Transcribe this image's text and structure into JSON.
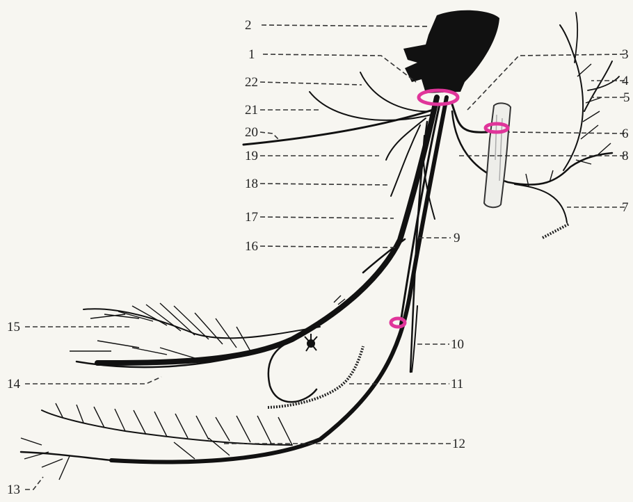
{
  "colors": {
    "nerve": "#111111",
    "ring": "#e0359a",
    "paper": "#f7f6f1",
    "vessel": "#eeeeea"
  },
  "labels": [
    {
      "id": "1",
      "text": "1"
    },
    {
      "id": "2",
      "text": "2"
    },
    {
      "id": "3",
      "text": "3"
    },
    {
      "id": "4",
      "text": "4"
    },
    {
      "id": "5",
      "text": "5"
    },
    {
      "id": "6",
      "text": "6"
    },
    {
      "id": "7",
      "text": "7"
    },
    {
      "id": "8",
      "text": "8"
    },
    {
      "id": "9",
      "text": "9"
    },
    {
      "id": "10",
      "text": "10"
    },
    {
      "id": "11",
      "text": "11"
    },
    {
      "id": "12",
      "text": "12"
    },
    {
      "id": "13",
      "text": "13"
    },
    {
      "id": "14",
      "text": "14"
    },
    {
      "id": "15",
      "text": "15"
    },
    {
      "id": "16",
      "text": "16"
    },
    {
      "id": "17",
      "text": "17"
    },
    {
      "id": "18",
      "text": "18"
    },
    {
      "id": "19",
      "text": "19"
    },
    {
      "id": "20",
      "text": "20"
    },
    {
      "id": "21",
      "text": "21"
    },
    {
      "id": "22",
      "text": "22"
    }
  ]
}
